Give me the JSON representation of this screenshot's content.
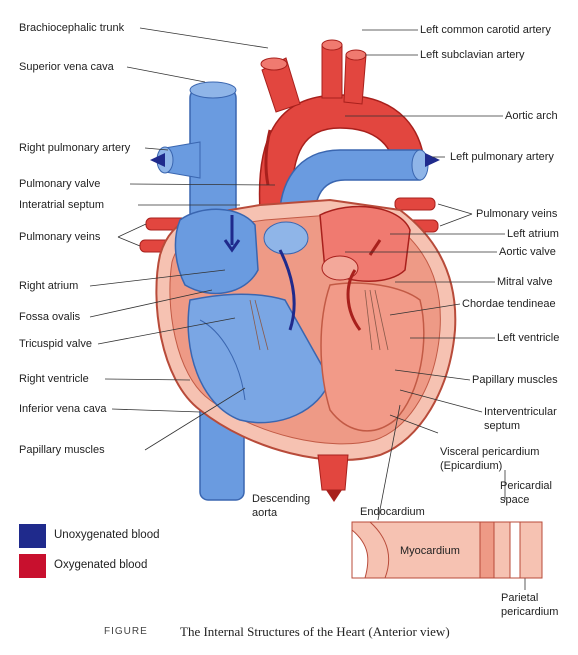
{
  "labels_left": [
    "Brachiocephalic trunk",
    "Superior vena cava",
    "Right pulmonary artery",
    "Pulmonary valve",
    "Interatrial septum",
    "Pulmonary veins",
    "Right atrium",
    "Fossa ovalis",
    "Tricuspid valve",
    "Right ventricle",
    "Inferior vena cava",
    "Papillary muscles"
  ],
  "labels_right": [
    "Left common carotid artery",
    "Left subclavian artery",
    "Aortic arch",
    "Left pulmonary artery",
    "Pulmonary veins",
    "Left atrium",
    "Aortic valve",
    "Mitral valve",
    "Chordae tendineae",
    "Left ventricle",
    "Papillary muscles",
    "Interventricular",
    "septum",
    "Visceral pericardium",
    "(Epicardium)"
  ],
  "labels_bottom": {
    "descending": "Descending",
    "aorta": "aorta",
    "endocardium": "Endocardium",
    "myocardium": "Myocardium",
    "pericardial": "Pericardial",
    "space": "space",
    "parietal": "Parietal",
    "pericardium": "pericardium"
  },
  "legend": [
    {
      "label": "Unoxygenated blood",
      "color": "#1f2a8c"
    },
    {
      "label": "Oxygenated blood",
      "color": "#c8102e"
    }
  ],
  "caption": {
    "figure": "FIGURE",
    "text": "The Internal Structures of the Heart (Anterior view)"
  },
  "colors": {
    "blue": "#5b8fd6",
    "blue_light": "#8fb5e8",
    "red": "#e2463f",
    "red_dark": "#c02a25",
    "muscle": "#ee9a86",
    "muscle_light": "#f6c2b2"
  }
}
